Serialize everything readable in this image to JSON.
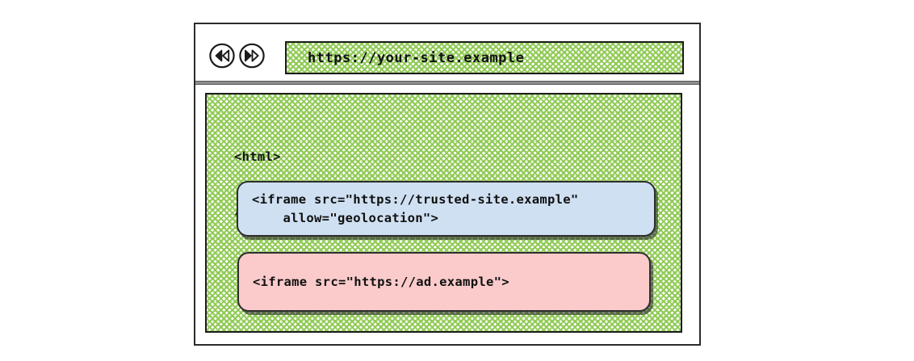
{
  "browser": {
    "toolbar": {
      "back_icon": "rewind-double-left-triangle-icon",
      "forward_icon": "fast-forward-double-right-triangle-icon",
      "url_value": "https://your-site.example",
      "url_placeholder": "https://your-site.example"
    },
    "page": {
      "code_lines": [
        "<html>",
        "// your-site.example code"
      ],
      "iframes": [
        {
          "name": "trusted-site-iframe",
          "color": "#cfe0f2",
          "code_lines": [
            "<iframe src=\"https://trusted-site.example\"",
            "    allow=\"geolocation\">"
          ]
        },
        {
          "name": "ad-iframe",
          "color": "#fbcbcb",
          "code_lines": [
            "<iframe src=\"https://ad.example\">"
          ]
        }
      ]
    }
  },
  "colors": {
    "page_hatch_green": "#8cc850",
    "trusted_blue": "#cfe0f2",
    "ad_pink": "#fbcbcb",
    "outline": "#2b2b2b",
    "divider_gray": "#8d8d8d",
    "background": "#ffffff"
  }
}
